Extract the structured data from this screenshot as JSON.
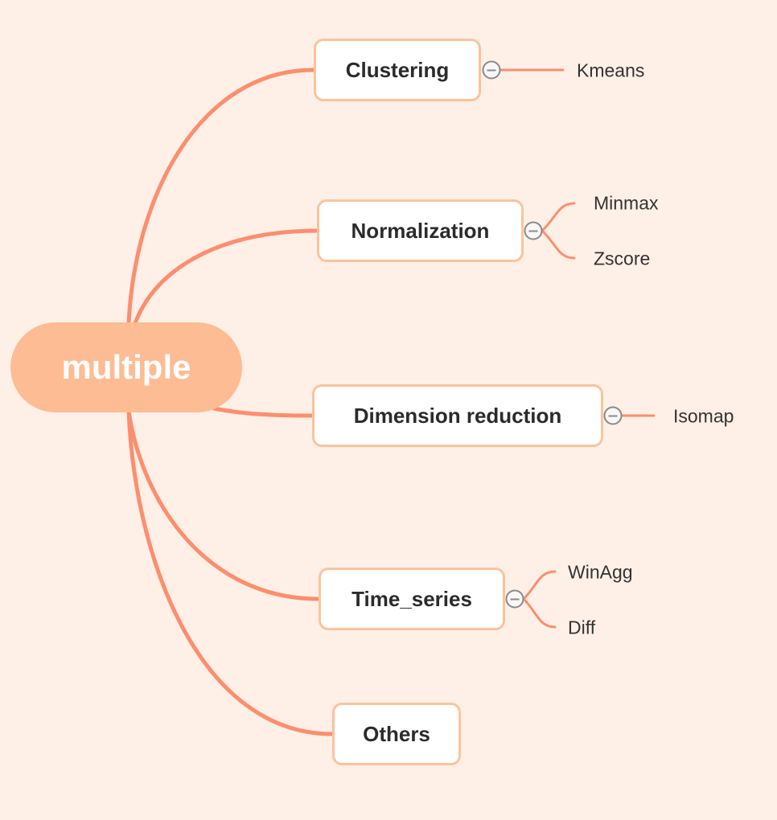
{
  "root": {
    "label": "multiple"
  },
  "topics": [
    {
      "label": "Clustering",
      "children": [
        "Kmeans"
      ]
    },
    {
      "label": "Normalization",
      "children": [
        "Minmax",
        "Zscore"
      ]
    },
    {
      "label": "Dimension reduction",
      "children": [
        "Isomap"
      ]
    },
    {
      "label": "Time_series",
      "children": [
        "WinAgg",
        "Diff"
      ]
    },
    {
      "label": "Others",
      "children": []
    }
  ],
  "colors": {
    "background": "#fff0e7",
    "root_fill": "#fdbc93",
    "topic_border": "#fcc39c",
    "connector": "#fc8e6e"
  }
}
